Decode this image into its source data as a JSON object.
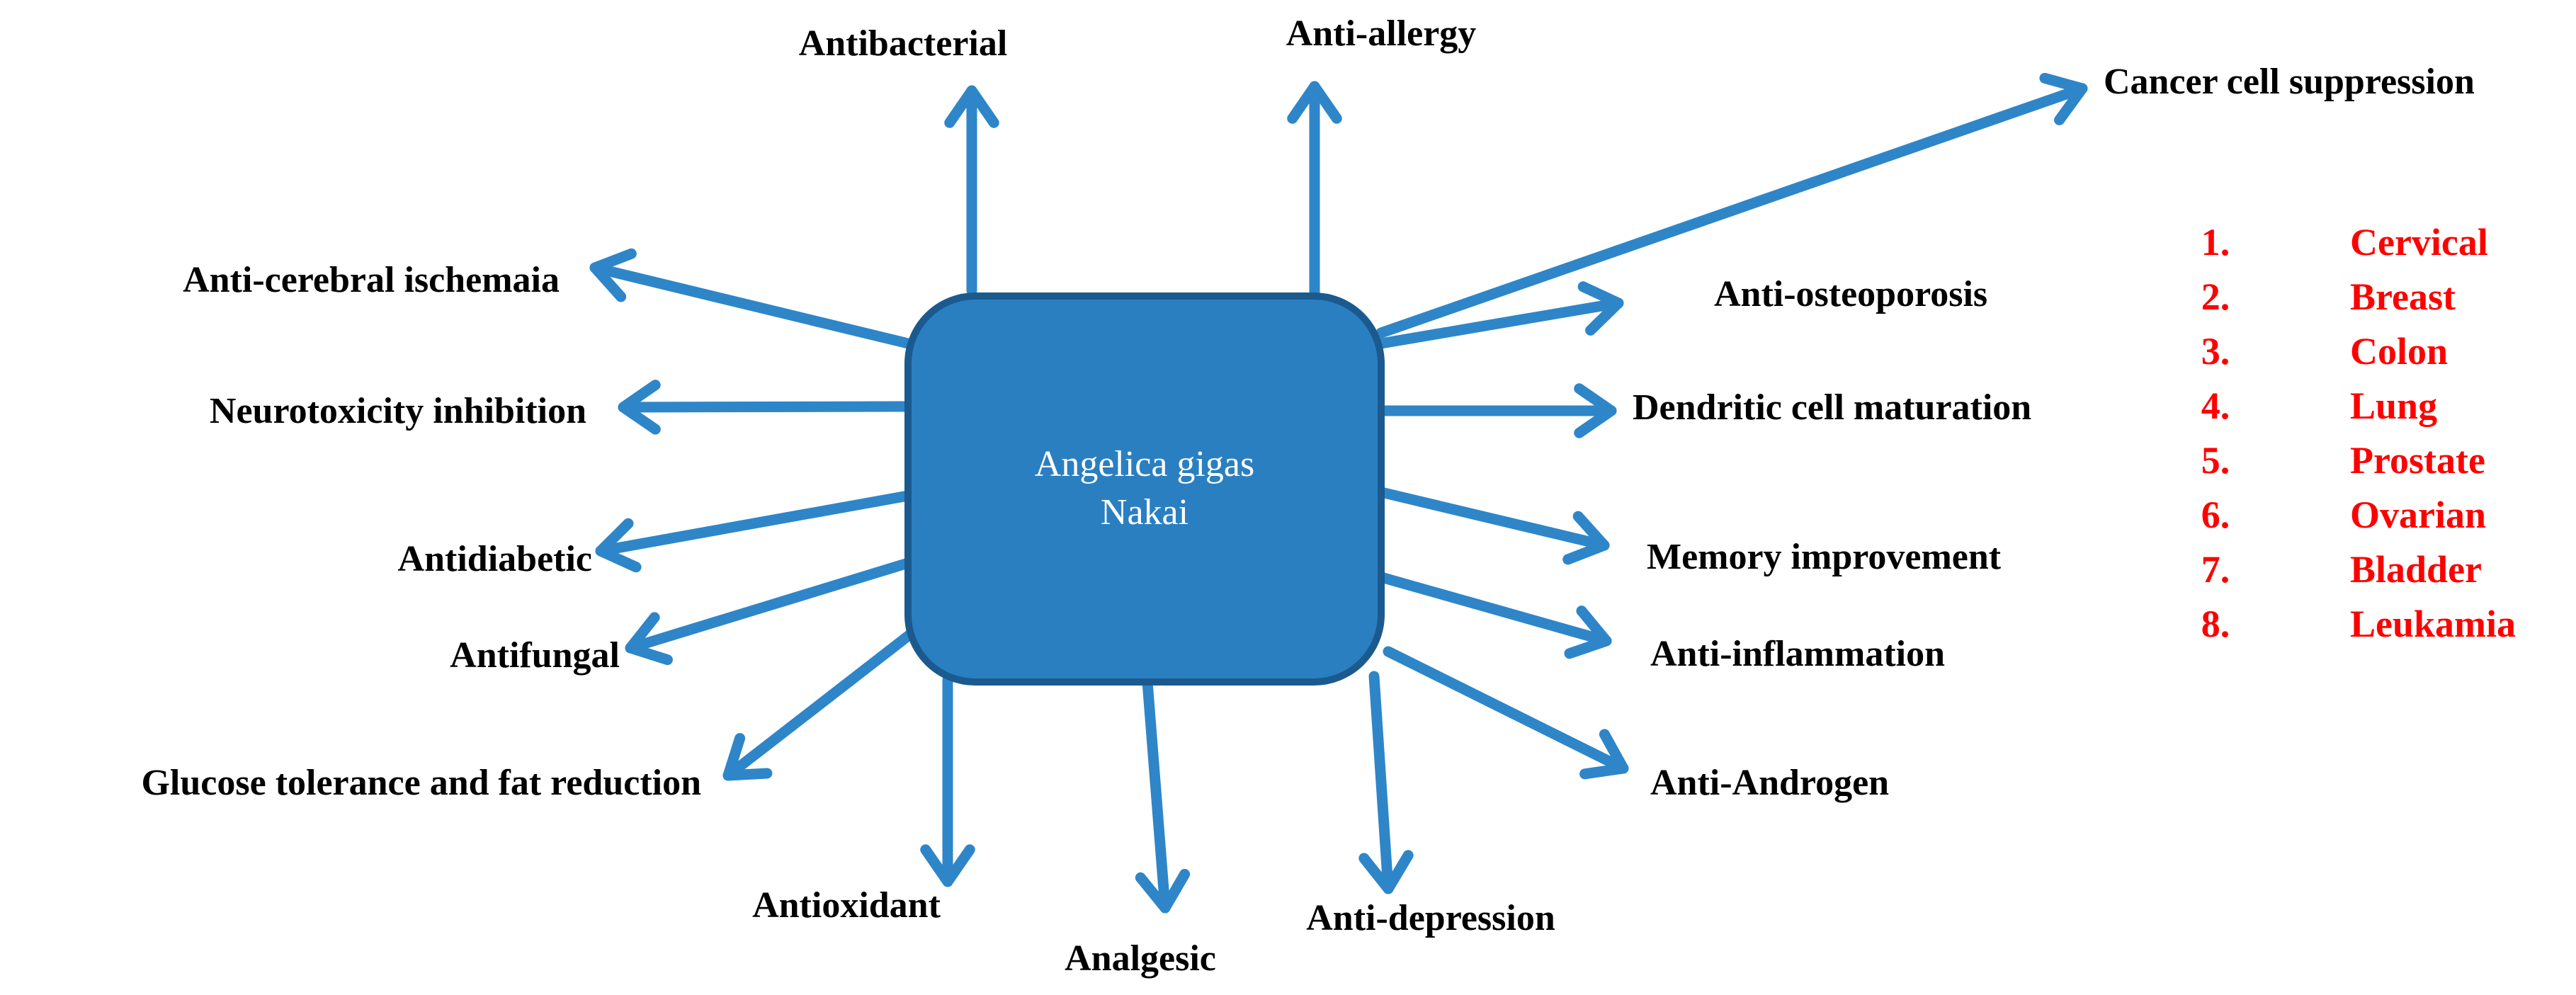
{
  "colors": {
    "arrow": "#2e86c8",
    "box_fill": "#2a7fc1",
    "box_stroke": "#1b5a8e",
    "center_text": "#ffffff",
    "label_text": "#000000",
    "cancer_list_text": "#ff0000"
  },
  "center": {
    "line1": "Angelica gigas",
    "line2": "Nakai"
  },
  "effects": {
    "antibacterial": "Antibacterial",
    "anti_allergy": "Anti-allergy",
    "cancer_cell_suppression": "Cancer cell suppression",
    "anti_cerebral_ischemaia": "Anti-cerebral ischemaia",
    "anti_osteoporosis": "Anti-osteoporosis",
    "neurotoxicity_inhibition": "Neurotoxicity inhibition",
    "dendritic_cell_maturation": "Dendritic cell maturation",
    "antidiabetic": "Antidiabetic",
    "memory_improvement": "Memory improvement",
    "antifungal": "Antifungal",
    "anti_inflammation": "Anti-inflammation",
    "glucose_tolerance": "Glucose tolerance and fat  reduction",
    "anti_androgen": "Anti-Androgen",
    "antioxidant": "Antioxidant",
    "analgesic": "Analgesic",
    "anti_depression": "Anti-depression"
  },
  "cancer_list": [
    {
      "num": "1.",
      "name": "Cervical"
    },
    {
      "num": "2.",
      "name": "Breast"
    },
    {
      "num": "3.",
      "name": "Colon"
    },
    {
      "num": "4.",
      "name": "Lung"
    },
    {
      "num": "5.",
      "name": "Prostate"
    },
    {
      "num": "6.",
      "name": "Ovarian"
    },
    {
      "num": "7.",
      "name": "Bladder"
    },
    {
      "num": "8.",
      "name": "Leukamia"
    }
  ]
}
